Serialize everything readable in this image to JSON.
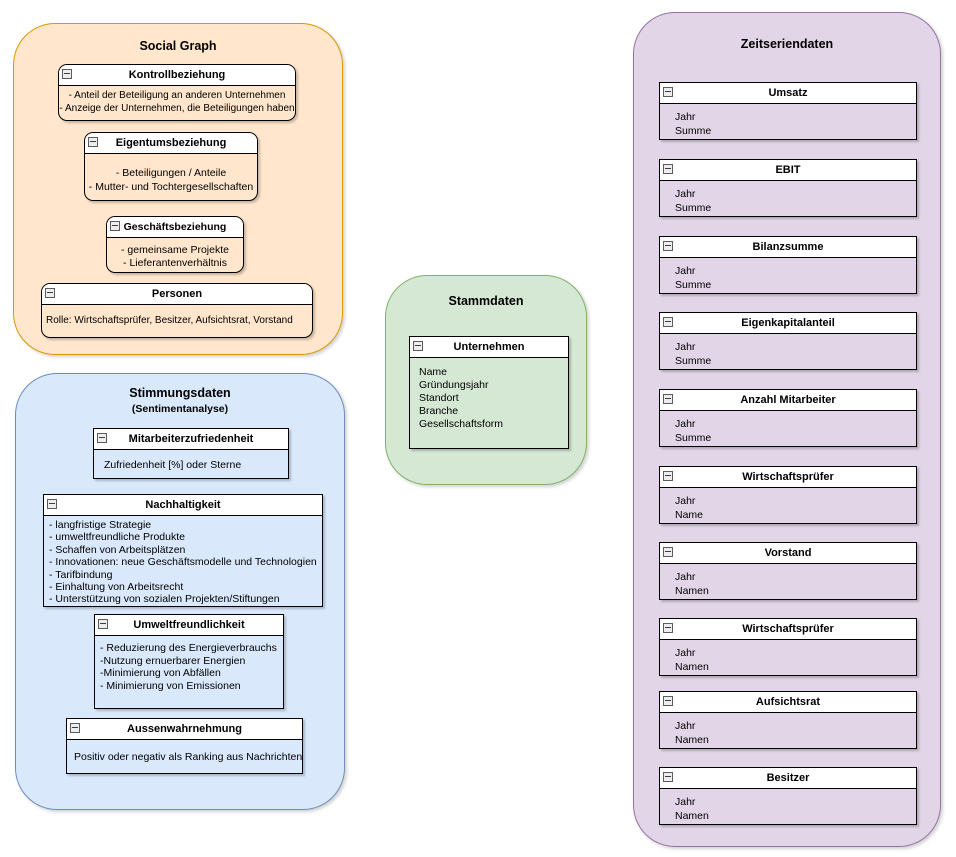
{
  "theme": {
    "node-border": "#000000",
    "header-fill": "#ffffff",
    "canvas-background": "#ffffff"
  },
  "groups": {
    "social_graph": {
      "title": "Social Graph",
      "fill": "#FFE6CC",
      "stroke": "#D79B00",
      "boxes": {
        "kontrollbeziehung": {
          "title": "Kontrollbeziehung",
          "lines": [
            "- Anteil der Beteiligung an anderen Unternehmen",
            "- Anzeige der Unternehmen, die Beteiligungen haben"
          ]
        },
        "eigentumsbeziehung": {
          "title": "Eigentumsbeziehung",
          "lines": [
            "- Beteiligungen / Anteile",
            "- Mutter- und Tochtergesellschaften"
          ]
        },
        "geschaeftsbeziehung": {
          "title": "Geschäftsbeziehung",
          "lines": [
            "- gemeinsame Projekte",
            "- Lieferantenverhältnis"
          ]
        },
        "personen": {
          "title": "Personen",
          "lines": [
            "Rolle: Wirtschaftsprüfer, Besitzer, Aufsichtsrat, Vorstand"
          ]
        }
      }
    },
    "stimmungsdaten": {
      "title": "Stimmungsdaten",
      "subtitle": "(Sentimentanalyse)",
      "fill": "#DAE8FC",
      "stroke": "#6C8EBF",
      "boxes": {
        "mitarbeiterzufriedenheit": {
          "title": "Mitarbeiterzufriedenheit",
          "lines": [
            "Zufriedenheit [%] oder Sterne"
          ]
        },
        "nachhaltigkeit": {
          "title": "Nachhaltigkeit",
          "lines": [
            "- langfristige Strategie",
            "- umweltfreundliche Produkte",
            "- Schaffen von Arbeitsplätzen",
            "- Innovationen: neue Geschäftsmodelle und Technologien",
            "- Tarifbindung",
            "- Einhaltung von Arbeitsrecht",
            "- Unterstützung von sozialen Projekten/Stiftungen"
          ]
        },
        "umweltfreundlichkeit": {
          "title": "Umweltfreundlichkeit",
          "lines": [
            "- Reduzierung des Energieverbrauchs",
            "-Nutzung ernuerbarer Energien",
            "-Minimierung von Abfällen",
            "- Minimierung von Emissionen"
          ]
        },
        "aussenwahrnehmung": {
          "title": "Aussenwahrnehmung",
          "lines": [
            "Positiv oder negativ als Ranking aus Nachrichten"
          ]
        }
      }
    },
    "stammdaten": {
      "title": "Stammdaten",
      "fill": "#D5E8D4",
      "stroke": "#82B366",
      "boxes": {
        "unternehmen": {
          "title": "Unternehmen",
          "lines": [
            "Name",
            "Gründungsjahr",
            "Standort",
            "Branche",
            "Gesellschaftsform"
          ]
        }
      }
    },
    "zeitseriendaten": {
      "title": "Zeitseriendaten",
      "fill": "#E1D5E7",
      "stroke": "#9673A6",
      "boxes": [
        {
          "title": "Umsatz",
          "lines": [
            "Jahr",
            "Summe"
          ]
        },
        {
          "title": "EBIT",
          "lines": [
            "Jahr",
            "Summe"
          ]
        },
        {
          "title": "Bilanzsumme",
          "lines": [
            "Jahr",
            "Summe"
          ]
        },
        {
          "title": "Eigenkapitalanteil",
          "lines": [
            "Jahr",
            "Summe"
          ]
        },
        {
          "title": "Anzahl Mitarbeiter",
          "lines": [
            "Jahr",
            "Summe"
          ]
        },
        {
          "title": "Wirtschaftsprüfer",
          "lines": [
            "Jahr",
            "Name"
          ]
        },
        {
          "title": "Vorstand",
          "lines": [
            "Jahr",
            "Namen"
          ]
        },
        {
          "title": "Wirtschaftsprüfer",
          "lines": [
            "Jahr",
            "Namen"
          ]
        },
        {
          "title": "Aufsichtsrat",
          "lines": [
            "Jahr",
            "Namen"
          ]
        },
        {
          "title": "Besitzer",
          "lines": [
            "Jahr",
            "Namen"
          ]
        }
      ]
    }
  }
}
